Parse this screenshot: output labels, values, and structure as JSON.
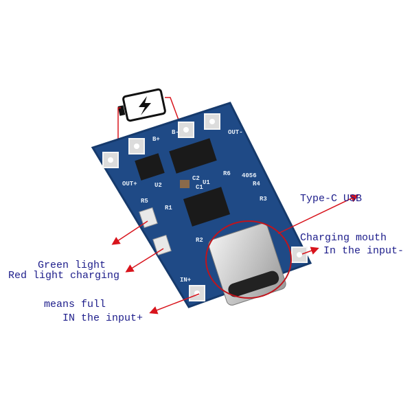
{
  "labels": {
    "type_c_line1": "Type-C USB",
    "type_c_line2": "Charging mouth",
    "green_line1": "Green light",
    "green_line2": "means full",
    "red": "Red light charging",
    "in_minus": "In the input-",
    "in_plus": "IN the input+"
  },
  "silkscreen": {
    "b_plus": "B+",
    "b_minus": "B-",
    "out_plus": "OUT+",
    "out_minus": "OUT-",
    "chip": "4056",
    "u1": "U1",
    "u2": "U2",
    "r1": "R1",
    "r2": "R2",
    "r3": "R3",
    "r4": "R4",
    "r5": "R5",
    "r6": "R6",
    "c1": "C1",
    "c2": "C2",
    "in_plus": "IN+"
  },
  "colors": {
    "text": "#1c1c8a",
    "arrow": "#d8141c",
    "board": "#1f4a86",
    "circle": "#c0141c"
  }
}
